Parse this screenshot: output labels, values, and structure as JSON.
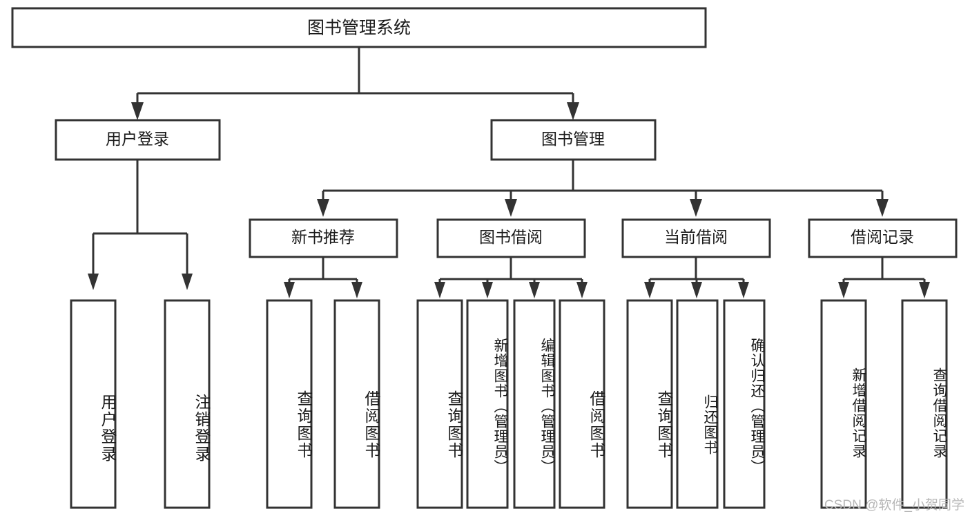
{
  "diagram": {
    "type": "tree",
    "title": "图书管理系统",
    "orientation": "top-down",
    "background_color": "#ffffff",
    "line_color": "#333333",
    "text_color": "#1a1a1a",
    "box_fill": "#ffffff"
  },
  "root": {
    "label": "图书管理系统"
  },
  "level2": [
    {
      "label": "用户登录"
    },
    {
      "label": "图书管理"
    }
  ],
  "level3": [
    {
      "label": "新书推荐"
    },
    {
      "label": "图书借阅"
    },
    {
      "label": "当前借阅"
    },
    {
      "label": "借阅记录"
    }
  ],
  "leaves": {
    "user_login": [
      {
        "label": "用户登录"
      },
      {
        "label": "注销登录"
      }
    ],
    "new_book_recommend": [
      {
        "label": "查询图书"
      },
      {
        "label": "借阅图书"
      }
    ],
    "book_borrow": [
      {
        "label": "查询图书"
      },
      {
        "label": "新增图书（管理员）"
      },
      {
        "label": "编辑图书（管理员）"
      },
      {
        "label": "借阅图书"
      }
    ],
    "current_borrow": [
      {
        "label": "查询图书"
      },
      {
        "label": "归还图书"
      },
      {
        "label": "确认归还（管理员）"
      }
    ],
    "borrow_record": [
      {
        "label": "新增借阅记录"
      },
      {
        "label": "查询借阅记录"
      }
    ]
  },
  "watermark": {
    "text": "CSDN @软件_小贺同学"
  }
}
